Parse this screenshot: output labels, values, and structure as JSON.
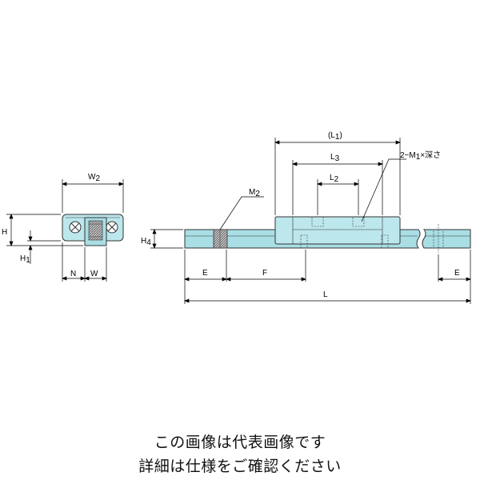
{
  "colors": {
    "rail_fill": "#a9dee4",
    "block_fill": "#bce7ed",
    "outline": "#333333",
    "thread_fill": "#8c8c8c",
    "dim_line": "#000000"
  },
  "labels": {
    "W": "W",
    "W_sub": "2",
    "H": "H",
    "H1": "H",
    "H1_sub": "1",
    "N": "N",
    "Wr": "W",
    "M2": "M",
    "M2_sub": "2",
    "H4": "H",
    "H4_sub": "4",
    "L1_open": "(L",
    "L1_sub": "1",
    "L1_close": ")",
    "L3": "L",
    "L3_sub": "3",
    "L2": "L",
    "L2_sub": "2",
    "M1_pre": "2−M",
    "M1_sub": "1",
    "M1_post": "×深さ",
    "E_left": "E",
    "F": "F",
    "E_right": "E",
    "L": "L"
  },
  "captions": {
    "line1": "この画像は代表画像です",
    "line2": "詳細は仕様をご確認ください"
  }
}
